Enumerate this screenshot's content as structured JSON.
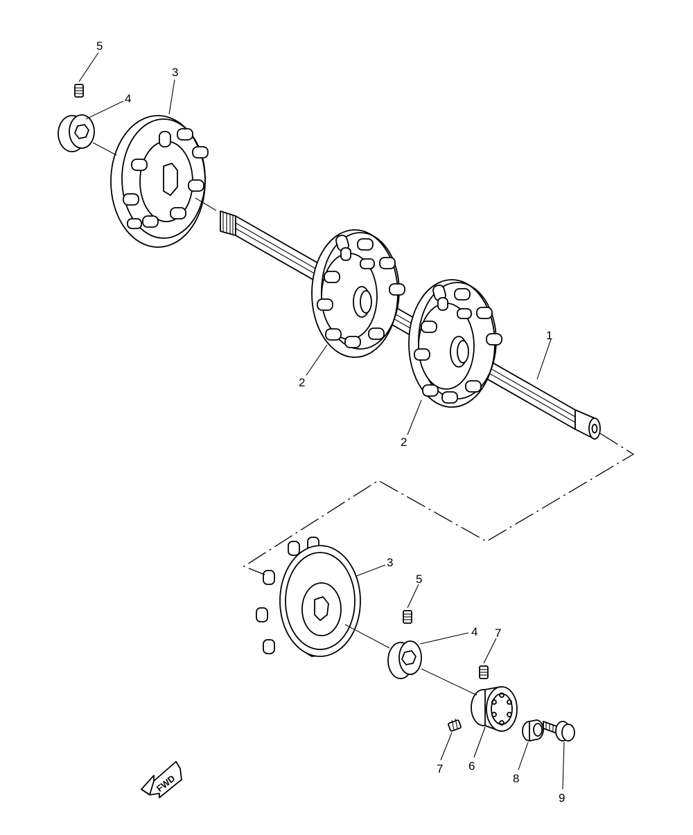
{
  "diagram": {
    "callouts": {
      "c1": "1",
      "c2a": "2",
      "c2b": "2",
      "c3_top": "3",
      "c4_top": "4",
      "c5_top": "5",
      "c3_bottom": "3",
      "c4_bottom": "4",
      "c5_bottom": "5",
      "c6": "6",
      "c7a": "7",
      "c7b": "7",
      "c8": "8",
      "c9": "9"
    },
    "direction_badge": "FWD"
  }
}
